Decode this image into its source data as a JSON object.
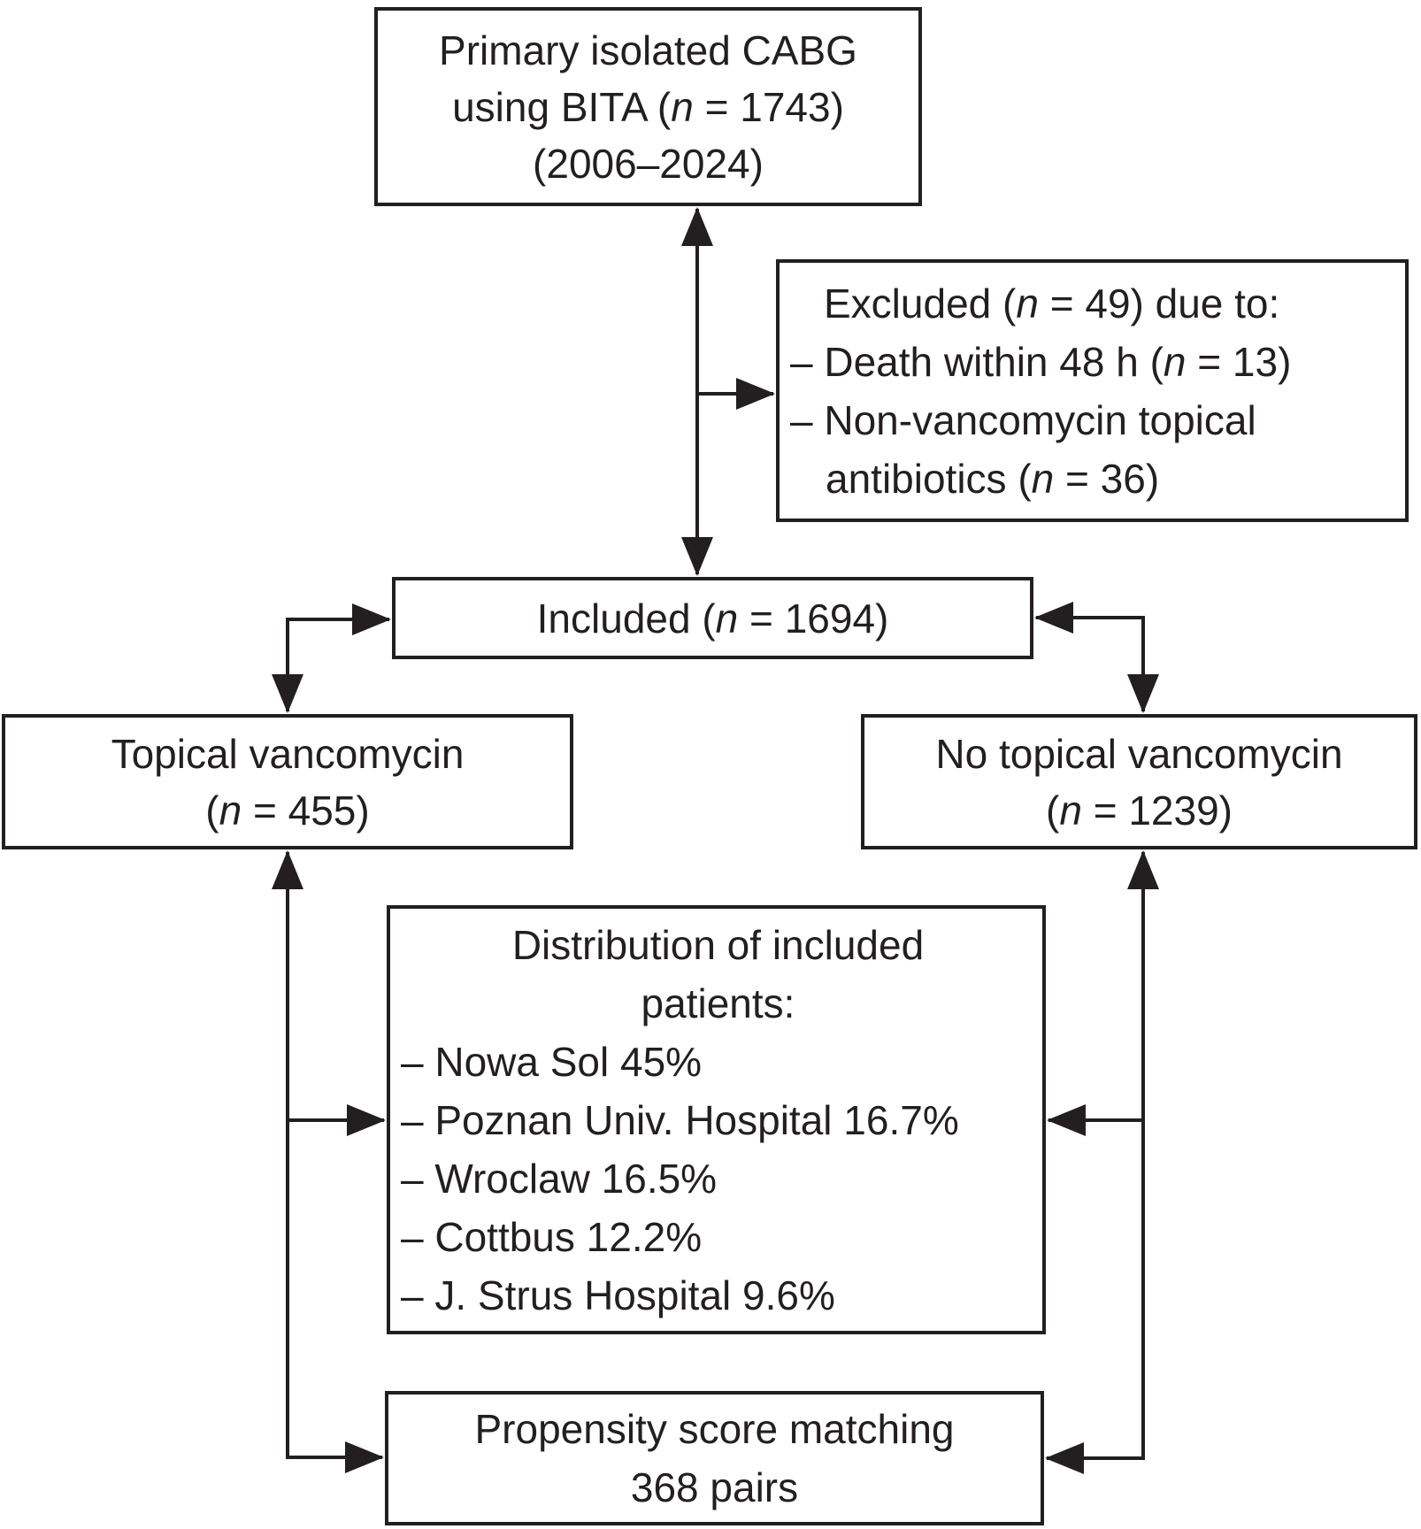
{
  "figure": {
    "ink_color": "#231f20",
    "background_color": "#ffffff"
  },
  "boxes": {
    "primary": {
      "line1": "Primary isolated CABG",
      "line2_pre": "using BITA (",
      "line2_n": "n",
      "line2_post": " = 1743)",
      "line3": "(2006–2024)"
    },
    "excluded": {
      "header_pre": "Excluded (",
      "header_n": "n",
      "header_post": " = 49) due to:",
      "item1_pre": "– Death within 48 h (",
      "item1_n": "n",
      "item1_post": " = 13)",
      "item2_line1": "– Non-vancomycin topical",
      "item2_line2_pre": "antibiotics (",
      "item2_line2_n": "n",
      "item2_line2_post": " = 36)"
    },
    "included": {
      "pre": "Included (",
      "n": "n",
      "post": " = 1694)"
    },
    "topical_vancomycin": {
      "line1": "Topical vancomycin",
      "line2_pre": "(",
      "line2_n": "n",
      "line2_post": " = 455)"
    },
    "no_topical_vancomycin": {
      "line1": "No topical vancomycin",
      "line2_pre": "(",
      "line2_n": "n",
      "line2_post": " = 1239)"
    },
    "distribution": {
      "header_line1": "Distribution of included",
      "header_line2": "patients:",
      "items": [
        "– Nowa Sol 45%",
        "– Poznan Univ. Hospital 16.7%",
        "– Wroclaw 16.5%",
        "– Cottbus 12.2%",
        "– J. Strus Hospital 9.6%"
      ]
    },
    "propensity": {
      "line1": "Propensity score matching",
      "line2": "368 pairs"
    }
  }
}
